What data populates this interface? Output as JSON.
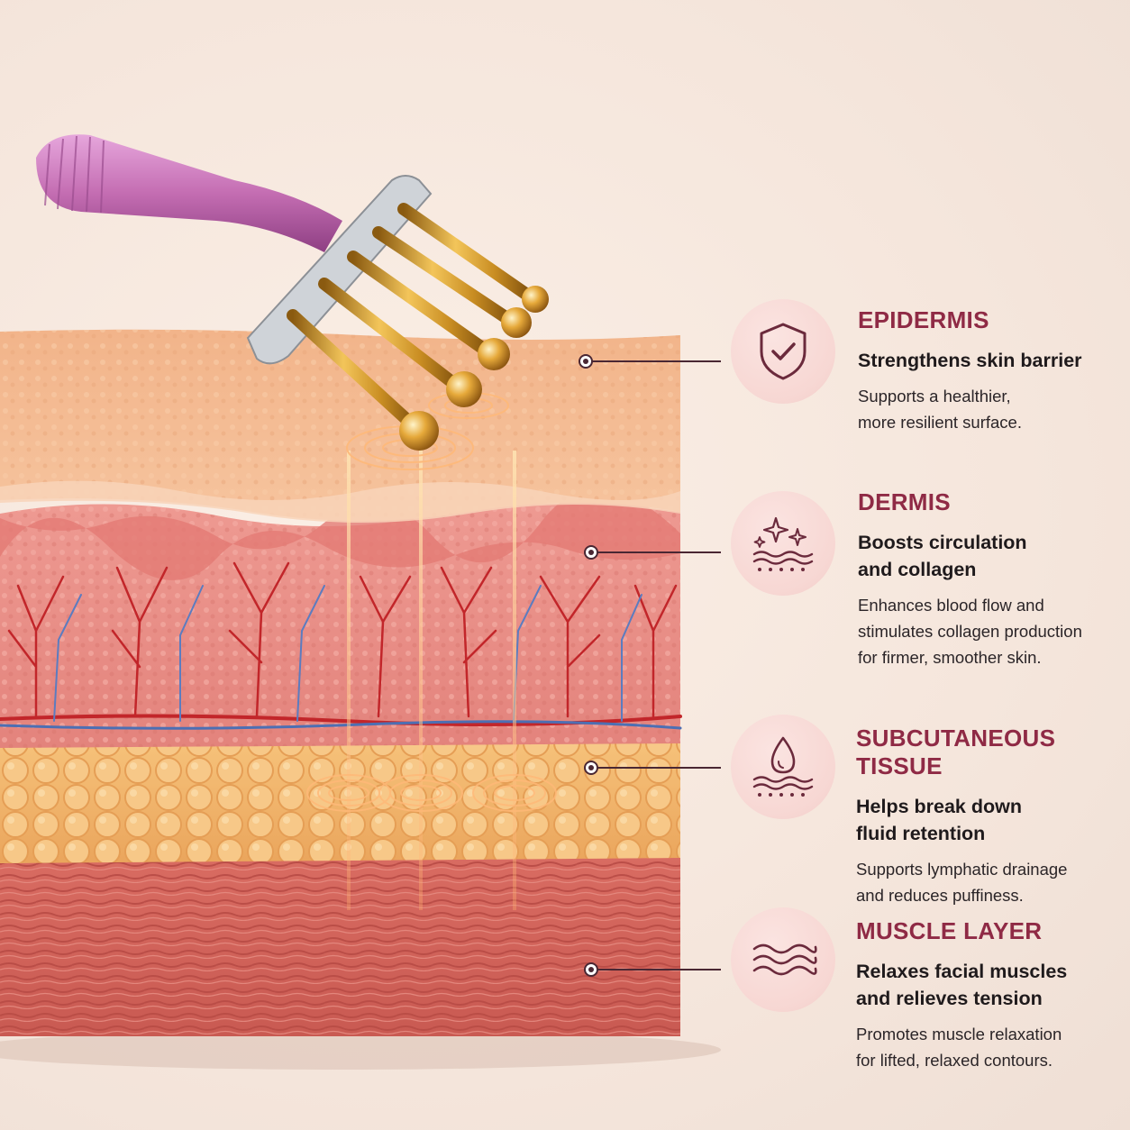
{
  "layers": [
    {
      "title": "EPIDERMIS",
      "headline": [
        "Strengthens skin barrier"
      ],
      "description": [
        "Supports a healthier,",
        "more resilient surface."
      ],
      "icon": "shield-check-icon"
    },
    {
      "title": "DERMIS",
      "headline": [
        "Boosts circulation",
        "and collagen"
      ],
      "description": [
        "Enhances blood flow and",
        "stimulates collagen production",
        "for firmer, smoother skin."
      ],
      "icon": "sparkle-waves-icon"
    },
    {
      "title": "SUBCUTANEOUS TISSUE",
      "headline": [
        "Helps break down",
        "fluid retention"
      ],
      "description": [
        "Supports lymphatic drainage",
        "and reduces puffiness."
      ],
      "icon": "droplet-waves-icon"
    },
    {
      "title": "MUSCLE LAYER",
      "headline": [
        "Relaxes facial muscles",
        "and relieves tension"
      ],
      "description": [
        "Promotes muscle relaxation",
        "for lifted, relaxed contours."
      ],
      "icon": "waves-icon"
    }
  ],
  "colors": {
    "accent": "#8f2a45",
    "icon_bg": "#f7d7d3",
    "connector": "#4a2733",
    "handle": "#c97bb8",
    "gold": "#d69a2a"
  }
}
